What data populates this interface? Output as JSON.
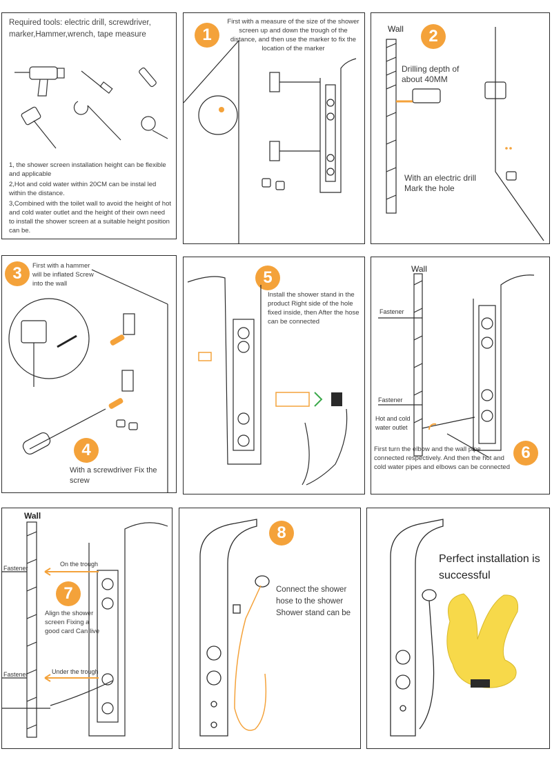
{
  "panel1": {
    "tools_title": "Required tools: electric drill, screwdriver, marker,Hammer,wrench, tape measure",
    "notes": [
      "1, the shower screen installation height can be flexible and applicable",
      "2,Hot and cold water within 20CM can be instal led within the distance.",
      "3,Combined with the toilet wall to avoid the height of hot and cold water outlet and the height of their own need to install the shower screen at a suitable height position can be."
    ]
  },
  "step1": {
    "number": "1",
    "text": "First with a measure of the size of the shower screen up and down the trough of the distance, and then use the marker to fix the location of the marker"
  },
  "step2": {
    "number": "2",
    "wall": "Wall",
    "depth": "Drilling depth of about 40MM",
    "text": "With an electric drill Mark the hole"
  },
  "step3": {
    "number": "3",
    "text": "First with a hammer will be inflated Screw into the wall"
  },
  "step4": {
    "number": "4",
    "text": "With a screwdriver Fix the screw"
  },
  "step5": {
    "number": "5",
    "text": "Install the shower stand in the product Right side of the hole fixed inside, then After the hose can be connected"
  },
  "step6": {
    "number": "6",
    "wall": "Wall",
    "fastener_top": "Fastener",
    "fastener_bottom": "Fastener",
    "outlet": "Hot and cold water outlet",
    "text": "First turn the elbow and the wall pipe connected respectively. And then the hot and cold water pipes and elbows can be connected"
  },
  "step7": {
    "number": "7",
    "wall": "Wall",
    "fastener_top": "Fastener",
    "fastener_bottom": "Fastener",
    "on_trough": "On the trough",
    "under_trough": "Under the trough",
    "text": "Align the shower screen Fixing a good card Can live"
  },
  "step8": {
    "number": "8",
    "text": "Connect the shower hose to the shower Shower stand can be"
  },
  "final": {
    "text": "Perfect installation is successful"
  },
  "colors": {
    "accent": "#f4a23a",
    "line": "#2a2a2a",
    "hand": "#f7d94a"
  }
}
